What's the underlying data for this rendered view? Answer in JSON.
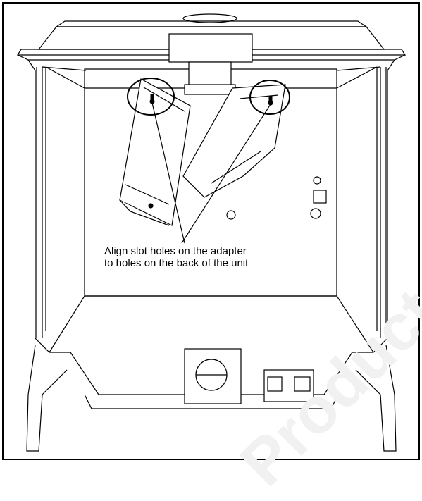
{
  "watermark": "Products",
  "callout": {
    "line1": "Align slot holes on the adapter",
    "line2": "to holes on the back of the unit"
  },
  "colors": {
    "line": "#000000",
    "panel": "#ffffff",
    "fill_dark": "#333333",
    "watermark": "#f1f1f1"
  }
}
